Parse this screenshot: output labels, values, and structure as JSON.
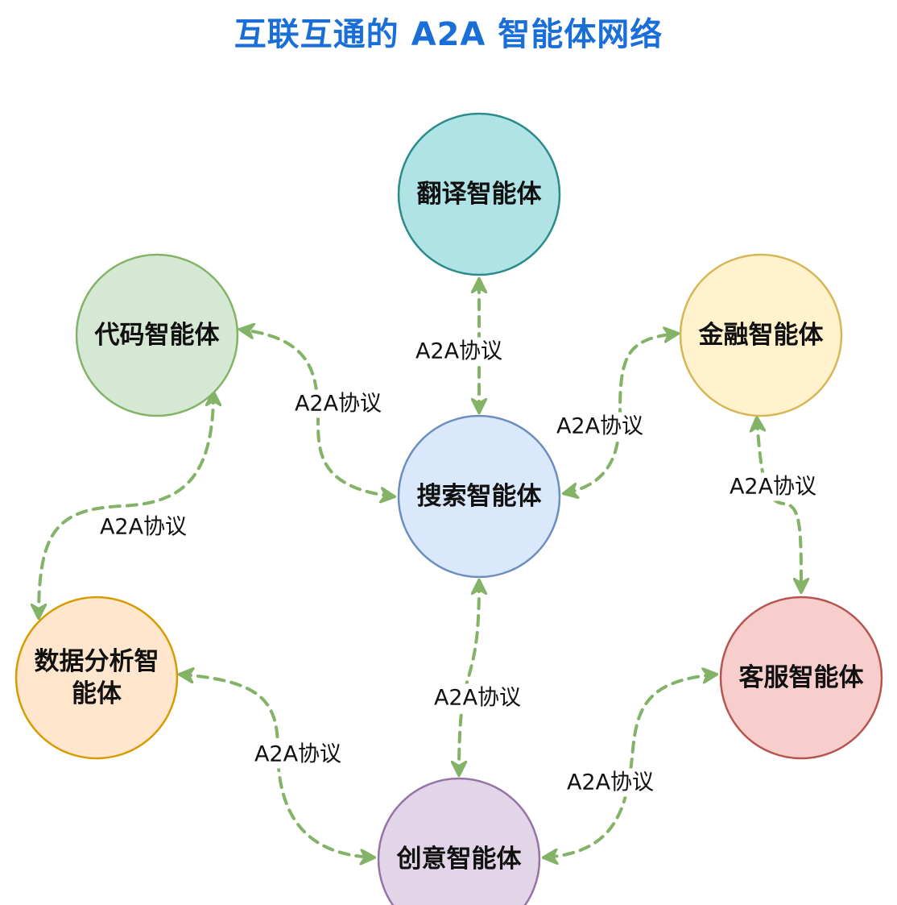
{
  "title": "互联互通的 A2A 智能体网络",
  "colors": {
    "title": "#1a6ed8",
    "edge": "#82b366"
  },
  "nodes": [
    {
      "id": "translate",
      "label": "翻译智能体",
      "fill": "#b0e3e6",
      "stroke": "#2b8a8a"
    },
    {
      "id": "code",
      "label": "代码智能体",
      "fill": "#d5e8d4",
      "stroke": "#82b366"
    },
    {
      "id": "finance",
      "label": "金融智能体",
      "fill": "#fff2cc",
      "stroke": "#d6b656"
    },
    {
      "id": "search",
      "label": "搜索智能体",
      "fill": "#dae8fc",
      "stroke": "#6c8ebf"
    },
    {
      "id": "data",
      "label": "数据分析智能体",
      "lines": [
        "数据分析智",
        "能体"
      ],
      "fill": "#ffe6cc",
      "stroke": "#d79b00"
    },
    {
      "id": "service",
      "label": "客服智能体",
      "fill": "#f8cecc",
      "stroke": "#b85450"
    },
    {
      "id": "creative",
      "label": "创意智能体",
      "fill": "#e1d5e7",
      "stroke": "#9673a6"
    }
  ],
  "edges": [
    {
      "id": "search-translate",
      "from": "search",
      "to": "translate",
      "label": "A2A协议"
    },
    {
      "id": "search-code",
      "from": "search",
      "to": "code",
      "label": "A2A协议"
    },
    {
      "id": "search-finance",
      "from": "search",
      "to": "finance",
      "label": "A2A协议"
    },
    {
      "id": "code-data",
      "from": "code",
      "to": "data",
      "label": "A2A协议"
    },
    {
      "id": "finance-service",
      "from": "finance",
      "to": "service",
      "label": "A2A协议"
    },
    {
      "id": "search-creative",
      "from": "search",
      "to": "creative",
      "label": "A2A协议"
    },
    {
      "id": "data-creative",
      "from": "data",
      "to": "creative",
      "label": "A2A协议"
    },
    {
      "id": "service-creative",
      "from": "service",
      "to": "creative",
      "label": "A2A协议"
    }
  ]
}
